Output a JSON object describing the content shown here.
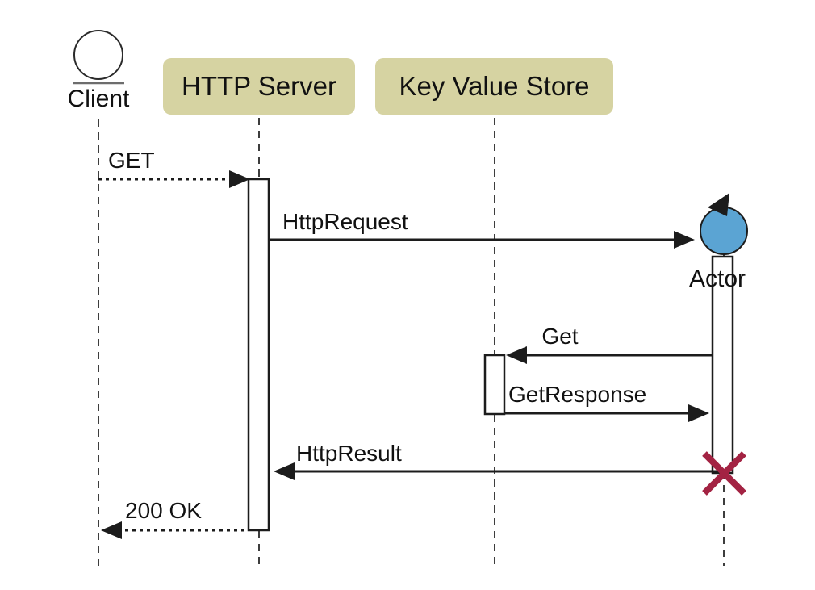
{
  "diagram": {
    "type": "uml-sequence",
    "participants": [
      {
        "label": "Client",
        "kind": "actor",
        "icon": "circle-actor-icon"
      },
      {
        "label": "HTTP Server",
        "kind": "participant-box"
      },
      {
        "label": "Key Value Store",
        "kind": "participant-box"
      },
      {
        "label": "Actor",
        "kind": "control-object",
        "icon": "control-loop-icon"
      }
    ],
    "messages": [
      {
        "label": "GET",
        "from": "Client",
        "to": "HTTP Server",
        "line": "dashed"
      },
      {
        "label": "HttpRequest",
        "from": "HTTP Server",
        "to": "Actor",
        "line": "solid"
      },
      {
        "label": "Get",
        "from": "Actor",
        "to": "Key Value Store",
        "line": "solid"
      },
      {
        "label": "GetResponse",
        "from": "Key Value Store",
        "to": "Actor",
        "line": "solid"
      },
      {
        "label": "HttpResult",
        "from": "Actor",
        "to": "HTTP Server",
        "line": "solid"
      },
      {
        "label": "200 OK",
        "from": "HTTP Server",
        "to": "Client",
        "line": "dashed"
      }
    ],
    "colors": {
      "participant_box_fill": "#d6d3a2",
      "control_circle_fill": "#5ba4d3",
      "destroy_cross": "#a32343",
      "line": "#1c1c1c",
      "background": "#ffffff"
    }
  }
}
